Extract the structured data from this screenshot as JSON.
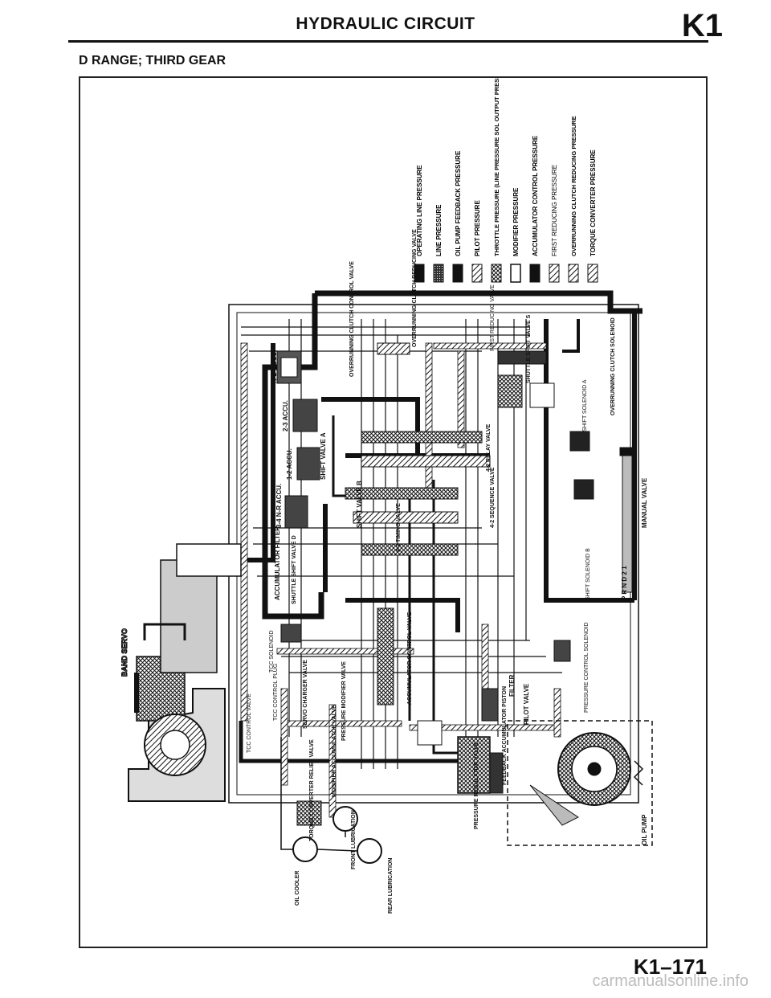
{
  "header": {
    "title": "HYDRAULIC CIRCUIT",
    "section_code": "K1"
  },
  "subtitle": "D RANGE; THIRD GEAR",
  "legend": [
    {
      "label": "OPERATING LINE PRESSURE",
      "pattern": "solid-black"
    },
    {
      "label": "LINE PRESSURE",
      "pattern": "dense-crosshatch"
    },
    {
      "label": "OIL PUMP FEEDBACK PRESSURE",
      "pattern": "solid-black"
    },
    {
      "label": "PILOT PRESSURE",
      "pattern": "diagonal-hatch"
    },
    {
      "label": "THROTTLE PRESSURE (LINE PRESSURE SOL OUTPUT PRESSURE)",
      "pattern": "crosshatch"
    },
    {
      "label": "MODIFIER PRESSURE",
      "pattern": "white"
    },
    {
      "label": "ACCUMULATOR CONTROL PRESSURE",
      "pattern": "solid-black"
    },
    {
      "label": "FIRST REDUCING PRESSURE",
      "pattern": "diagonal-hatch"
    },
    {
      "label": "OVERRUNNING CLUTCH REDUCING PRESSURE",
      "pattern": "diagonal-hatch"
    },
    {
      "label": "TORQUE CONVERTER PRESSURE",
      "pattern": "diagonal-hatch"
    }
  ],
  "components": {
    "band_servo": "BAND SERVO",
    "nd_accu": "N-D ACCU.",
    "overrunning_clutch_control_valve": "OVERRUNNING CLUTCH CONTROL VALVE",
    "overrunning_clutch_reducing_valve": "OVERRUNNING CLUTCH REDUCING VALVE",
    "first_reducing_valve": "FIRST REDUCING VALVE",
    "shuttle_shift_valve_s": "SHUTTLE SHIFT VALVE S",
    "overrunning_clutch_solenoid": "OVERRUNNING CLUTCH SOLENOID",
    "accu_23": "2-3 ACCU.",
    "accu_12": "1-2 ACCU.",
    "shift_valve_a": "SHIFT VALVE A",
    "shift_solenoid_a": "SHIFT SOLENOID A",
    "relay_valve_42": "4-2 RELAY VALVE",
    "accu_34_nr": "3-4 N-R ACCU.",
    "shift_valve_b": "SHIFT VALVE B",
    "sequence_valve_42": "4-2 SEQUENCE VALVE",
    "timing_valve_32": "3-2 TIMING VALVE",
    "manual_valve": "MANUAL VALVE",
    "accumulator_filter": "ACCUMULATOR FILTER",
    "shuttle_shift_valve_d": "SHUTTLE SHIFT VALVE D",
    "shift_solenoid_b": "SHIFT SOLENOID B",
    "range_positions": "P R N D 2 1",
    "tcc_solenoid": "TCC SOLENOID",
    "accumulator_control_valve": "ACCUMULATOR CONTROL VALVE",
    "filter": "FILTER",
    "pilot_valve": "PILOT VALVE",
    "pressure_control_solenoid": "PRESSURE CONTROL SOLENOID",
    "tcc_control_valve": "TCC CONTROL VALVE",
    "tcc_control_plug": "TCC CONTROL PLUG",
    "servo_charger_valve": "SERVO CHARGER VALVE",
    "pressure_modifier_valve": "PRESSURE MODIFIER VALVE",
    "feedback_accumulator_piston": "FEEDBACK ACCUMULATOR PISTON",
    "modifier_accumulator_valve": "MODIFIER ACCUMULATOR VALVE",
    "torque_converter_relief_valve": "TORQUE CONVERTER RELIEF VALVE",
    "pressure_regulator_valve": "PRESSURE REGULATOR VALVE",
    "oil_pump": "OIL PUMP",
    "front_lubrication": "FRONT LUBRICATION",
    "oil_cooler": "OIL COOLER",
    "rear_lubrication": "REAR LUBRICATION"
  },
  "footer": {
    "page_number": "K1–171",
    "watermark": "carmanualsonline.info"
  }
}
